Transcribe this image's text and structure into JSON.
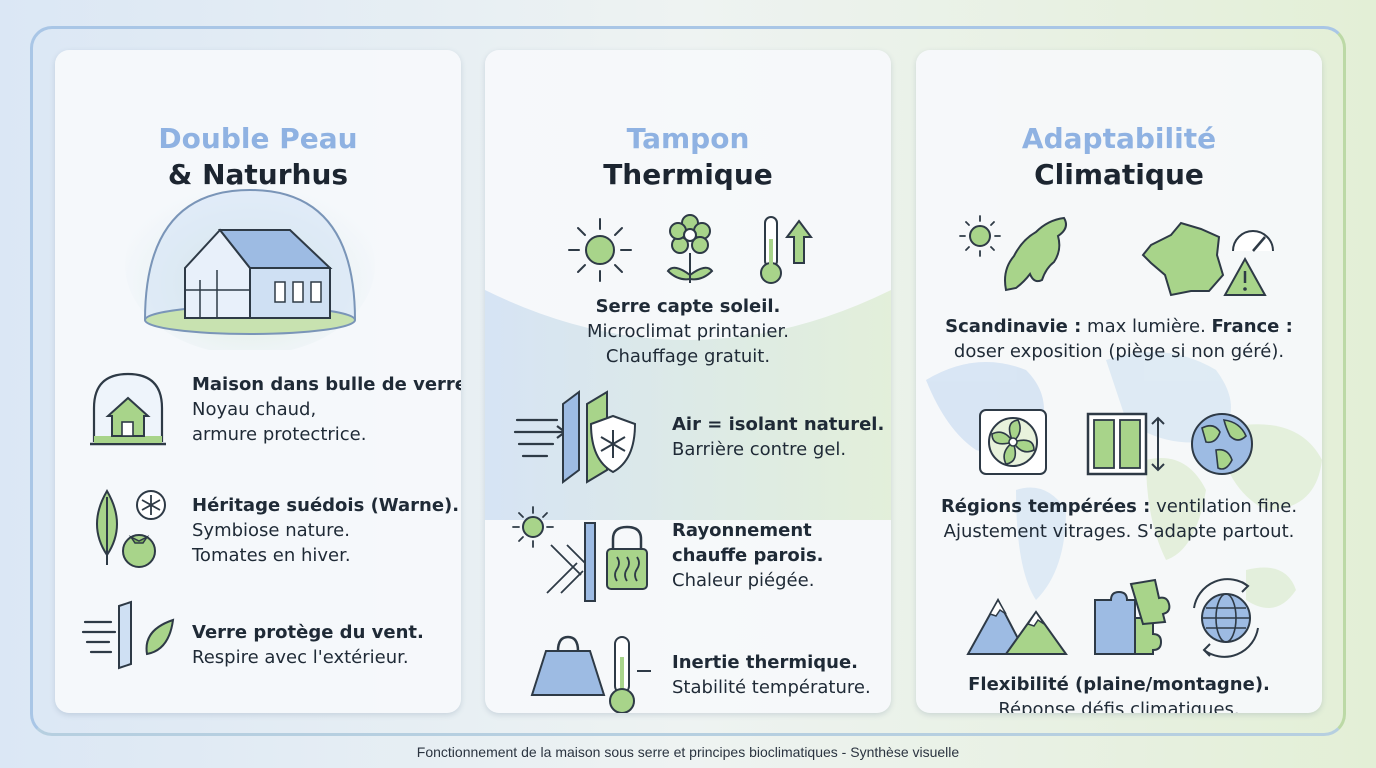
{
  "panels": [
    {
      "title_a": "Double Peau",
      "title_b": "& Naturhus",
      "items": [
        {
          "lines": [
            "Maison dans bulle de verre.",
            "Noyau chaud,",
            "armure protectrice."
          ]
        },
        {
          "lines": [
            "Héritage suédois (Warne).",
            "Symbiose nature.",
            "Tomates en hiver."
          ]
        },
        {
          "lines": [
            "Verre protège du vent.",
            "Respire avec l'extérieur."
          ]
        }
      ]
    },
    {
      "title_a": "Tampon",
      "title_b": "Thermique",
      "top_text": [
        "Serre capte soleil.",
        "Microclimat printanier.",
        "Chauffage gratuit."
      ],
      "items": [
        {
          "lines": [
            "Air = isolant naturel.",
            "Barrière contre gel."
          ]
        },
        {
          "lines": [
            "Rayonnement",
            "chauffe parois.",
            "Chaleur piégée."
          ]
        },
        {
          "lines": [
            "Inertie thermique.",
            "Stabilité température."
          ]
        }
      ]
    },
    {
      "title_a": "Adaptabilité",
      "title_b": "Climatique",
      "block1": {
        "bold1": "Scandinavie :",
        "text1": " max lumière. ",
        "bold2": "France :",
        "line2": "doser exposition (piège si non géré)."
      },
      "block2": {
        "bold1": "Régions tempérées :",
        "text1": " ventilation fine.",
        "line2": "Ajustement vitrages. S'adapte partout."
      },
      "block3": {
        "line1": "Flexibilité (plaine/montagne).",
        "line2": "Réponse défis climatiques."
      }
    }
  ],
  "footer": "Fonctionnement de la maison sous serre et principes bioclimatiques - Synthèse visuelle",
  "colors": {
    "blue": "#9dbbe3",
    "green": "#a8d48a",
    "stroke": "#2e3a46",
    "accent": "#8fb2e2"
  },
  "icons": [
    "glass-dome-house-icon",
    "dome-house-icon",
    "leaf-icon",
    "snowflake-icon",
    "tomato-icon",
    "wind-glass-icon",
    "sun-icon",
    "flower-icon",
    "thermometer-up-icon",
    "wind-wall-icon",
    "shield-snowflake-icon",
    "sun-rays-icon",
    "padlock-heat-icon",
    "weight-icon",
    "thermometer-icon",
    "scandinavia-map-icon",
    "france-map-icon",
    "gauge-icon",
    "warning-icon",
    "fan-icon",
    "window-icon",
    "globe-icon",
    "mountains-icon",
    "puzzle-icon",
    "globe-cycle-icon"
  ]
}
